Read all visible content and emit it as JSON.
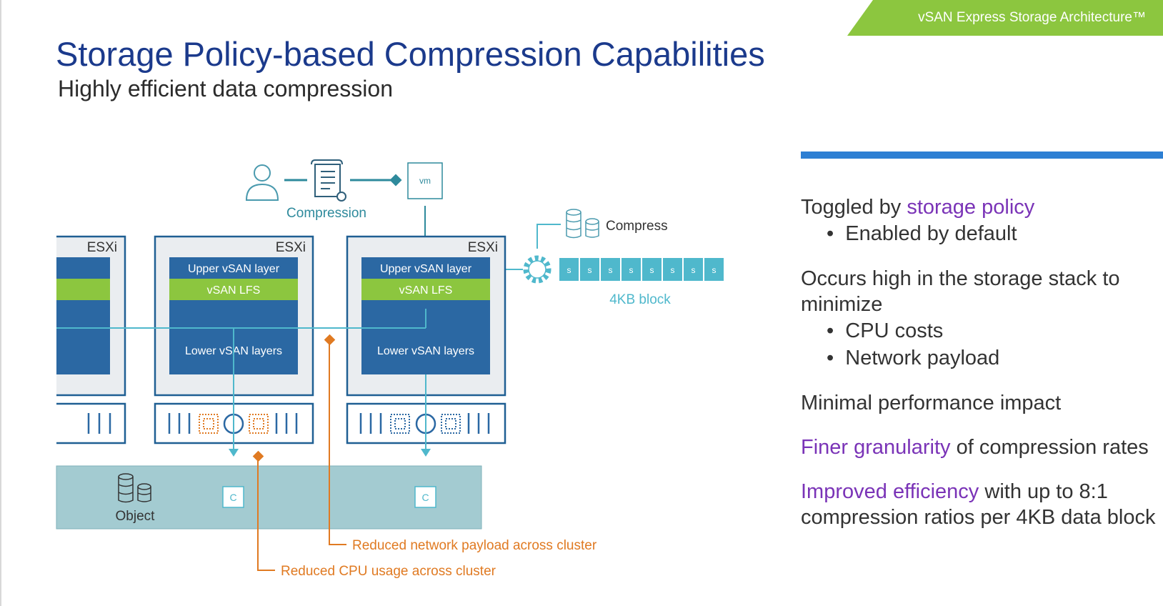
{
  "badge": {
    "label": "vSAN Express Storage Architecture™",
    "color": "#8cc63f"
  },
  "title": "Storage Policy-based Compression Capabilities",
  "subtitle": "Highly efficient data compression",
  "diagram": {
    "compression_label": "Compression",
    "vm_label": "vm",
    "compress_label": "Compress",
    "block_label": "4KB block",
    "segment_label": "s",
    "esxi_label": "ESXi",
    "upper_layer": "Upper vSAN layer",
    "lfs_layer": "vSAN LFS",
    "lower_layer": "Lower vSAN layers",
    "object_label": "Object",
    "c_label": "C",
    "network_note": "Reduced network payload across cluster",
    "cpu_note": "Reduced CPU usage across cluster"
  },
  "points": {
    "p1_prefix": "Toggled by ",
    "p1_highlight": "storage policy",
    "p1_bullet": "Enabled by default",
    "p2_text": "Occurs high in the storage stack to minimize",
    "p2_bullet1": "CPU costs",
    "p2_bullet2": "Network payload",
    "p3_text": "Minimal performance impact",
    "p4_highlight": "Finer granularity",
    "p4_rest": " of compression rates",
    "p5_highlight": "Improved efficiency",
    "p5_rest": " with up to 8:1 compression ratios per 4KB data block"
  },
  "colors": {
    "title": "#1b3a8c",
    "accent_purple": "#7a33b7",
    "host_blue": "#2b68a3",
    "lfs_green": "#8cc63f",
    "teal": "#4fb8cc",
    "orange": "#e07a22",
    "object_bg": "#a3cbd1"
  },
  "icons": [
    "user-icon",
    "policy-document-icon",
    "gear-icon",
    "database-icon",
    "cpu-chip-icon"
  ]
}
